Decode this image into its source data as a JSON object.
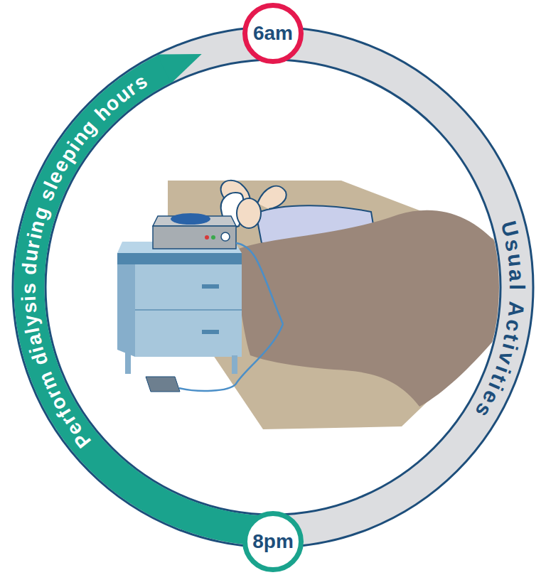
{
  "diagram": {
    "nodes": [
      {
        "text": [
          "6am"
        ]
      },
      {
        "text": [
          "Perform dialysis during sleeping hours"
        ]
      },
      {
        "text": [
          "Usual Activities"
        ]
      },
      {
        "text": [
          "8pm"
        ]
      }
    ]
  }
}
